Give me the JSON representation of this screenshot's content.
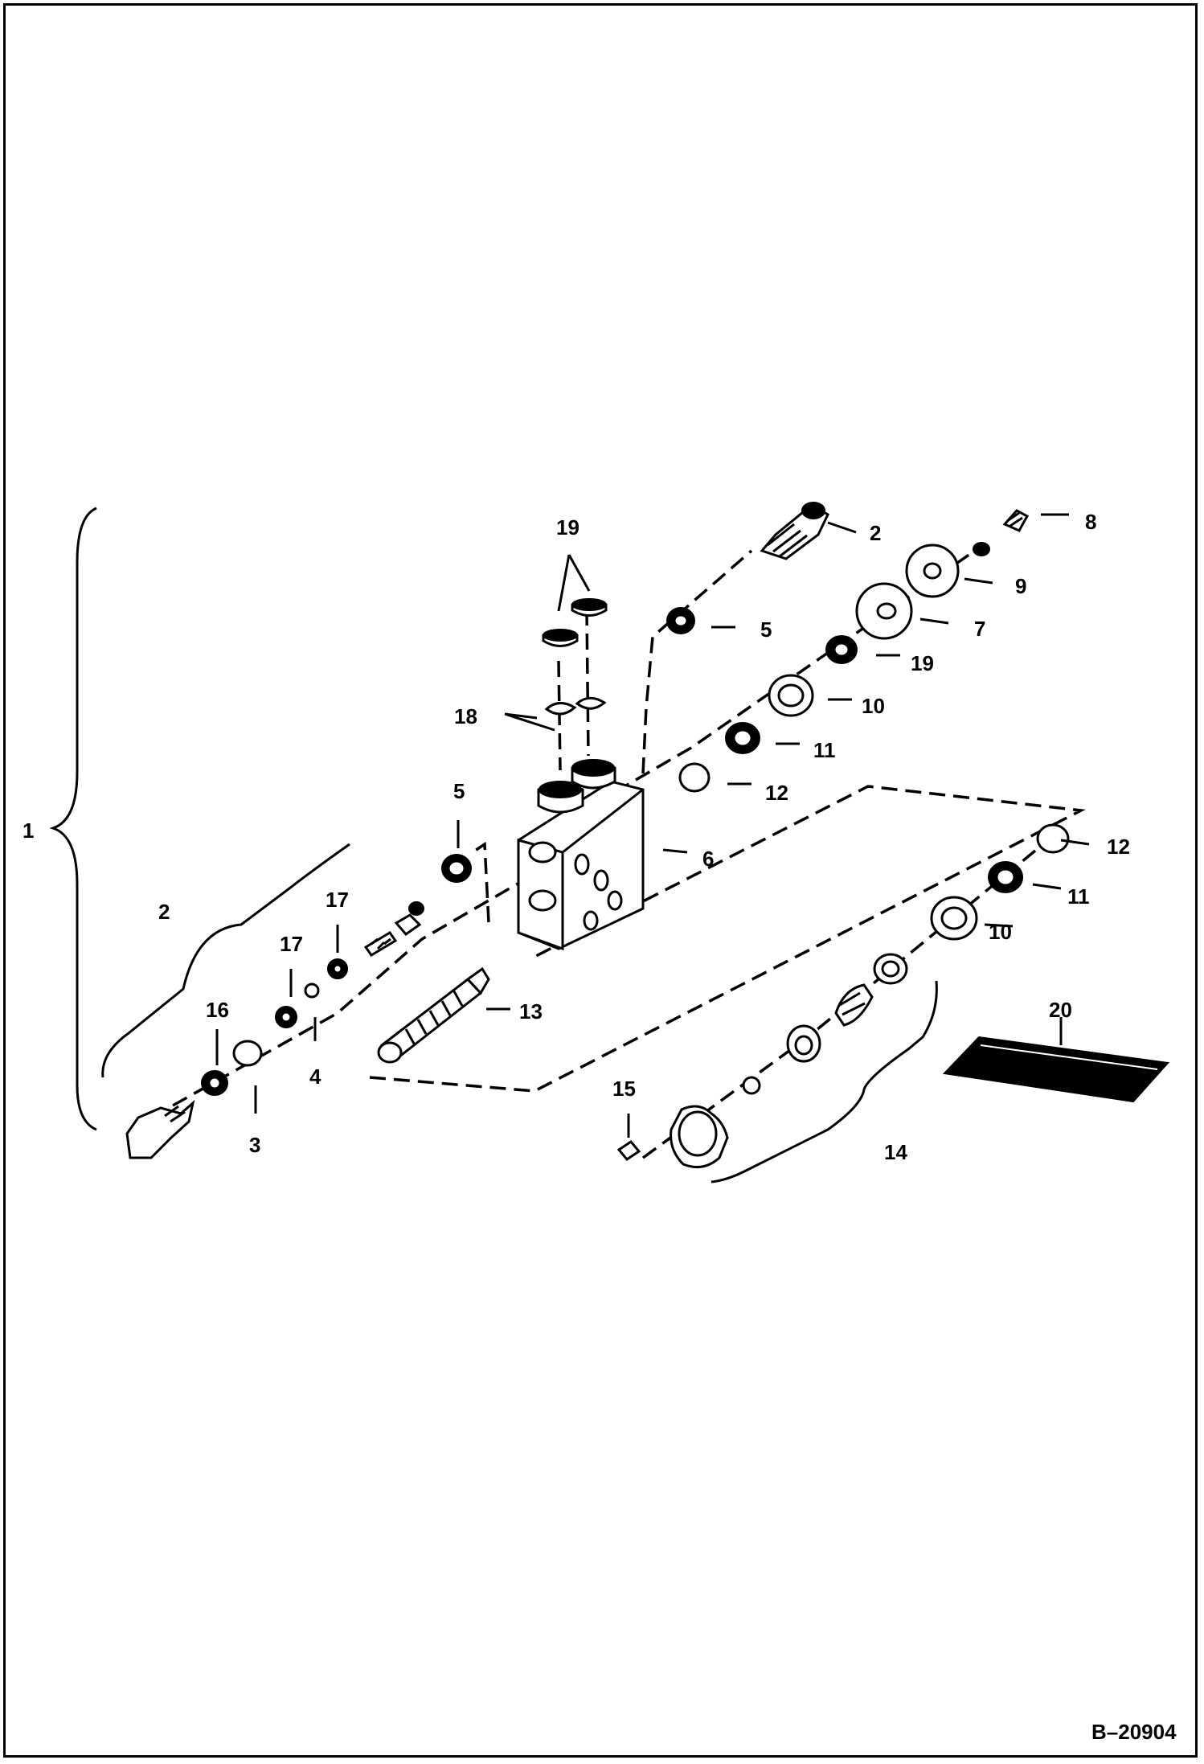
{
  "drawing": {
    "reference": "B–20904"
  },
  "callouts": {
    "c1": "1",
    "c2a": "2",
    "c2b": "2",
    "c3": "3",
    "c4": "4",
    "c5a": "5",
    "c5b": "5",
    "c6": "6",
    "c7": "7",
    "c8": "8",
    "c9": "9",
    "c10a": "10",
    "c10b": "10",
    "c11a": "11",
    "c11b": "11",
    "c12a": "12",
    "c12b": "12",
    "c13": "13",
    "c14": "14",
    "c15": "15",
    "c16": "16",
    "c17a": "17",
    "c17b": "17",
    "c18": "18",
    "c19a": "19",
    "c19b": "19",
    "c20": "20"
  }
}
